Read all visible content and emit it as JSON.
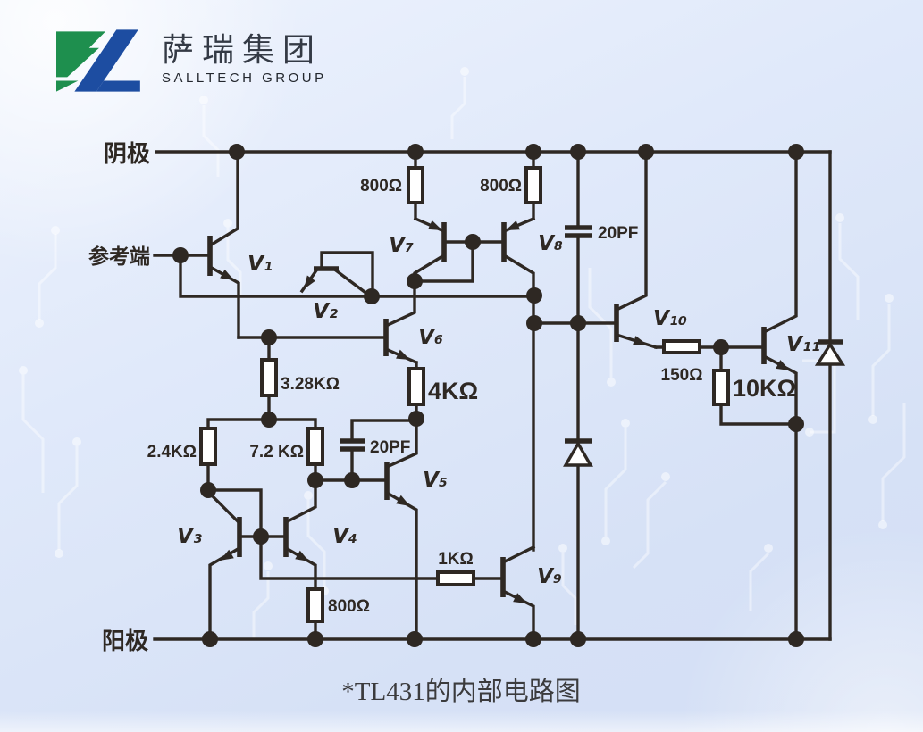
{
  "logo": {
    "cn": "萨瑞集团",
    "en": "SALLTECH GROUP",
    "green": "#1e8f4e",
    "blue": "#1d4da1"
  },
  "terminals": {
    "cathode": "阴极",
    "reference": "参考端",
    "anode": "阳极"
  },
  "caption": "*TL431的内部电路图",
  "transistors": [
    {
      "label": "V₁"
    },
    {
      "label": "V₂"
    },
    {
      "label": "V₃"
    },
    {
      "label": "V₄"
    },
    {
      "label": "V₅"
    },
    {
      "label": "V₆"
    },
    {
      "label": "V₇"
    },
    {
      "label": "V₈"
    },
    {
      "label": "V₉"
    },
    {
      "label": "V₁₀"
    },
    {
      "label": "V₁₁"
    }
  ],
  "values": {
    "r800a": "800Ω",
    "r800b": "800Ω",
    "c20a": "20PF",
    "r3280": "3.28KΩ",
    "r4k": "4KΩ",
    "r2k4": "2.4KΩ",
    "r7k2": "7.2 KΩ",
    "c20b": "20PF",
    "r800c": "800Ω",
    "r1k": "1KΩ",
    "r150": "150Ω",
    "r10k": "10KΩ"
  },
  "colors": {
    "line": "#2e2823",
    "background": "#dce6f8"
  }
}
